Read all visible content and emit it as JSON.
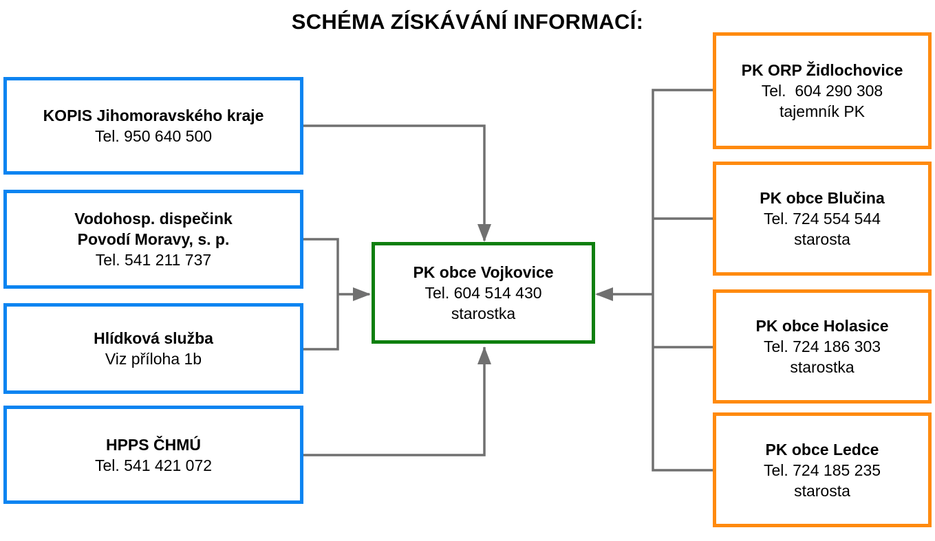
{
  "title": "SCHÉMA ZÍSKÁVÁNÍ INFORMACÍ:",
  "colors": {
    "left_border": "#0b84f1",
    "center_border": "#0e7f0e",
    "right_border": "#ff8a0e",
    "connector": "#707070"
  },
  "center": {
    "name": "PK obce Vojkovice",
    "lines": [
      "Tel. 604 514 430",
      "starostka"
    ]
  },
  "left_boxes": [
    {
      "name": "KOPIS Jihomoravského kraje",
      "lines": [
        "Tel. 950 640 500"
      ]
    },
    {
      "name": "Vodohosp. dispečink",
      "name2": "Povodí Moravy, s. p.",
      "lines": [
        "Tel. 541 211 737"
      ]
    },
    {
      "name": "Hlídková služba",
      "lines": [
        "Viz příloha 1b"
      ]
    },
    {
      "name": "HPPS ČHMÚ",
      "lines": [
        "Tel. 541 421 072"
      ]
    }
  ],
  "right_boxes": [
    {
      "name": "PK ORP Židlochovice",
      "lines": [
        "Tel.  604 290 308",
        "tajemník PK"
      ]
    },
    {
      "name": "PK obce Blučina",
      "lines": [
        "Tel. 724 554 544",
        "starosta"
      ]
    },
    {
      "name": "PK obce Holasice",
      "lines": [
        "Tel. 724 186 303",
        "starostka"
      ]
    },
    {
      "name": "PK obce Ledce",
      "lines": [
        "Tel. 724 185 235",
        "starosta"
      ]
    }
  ]
}
